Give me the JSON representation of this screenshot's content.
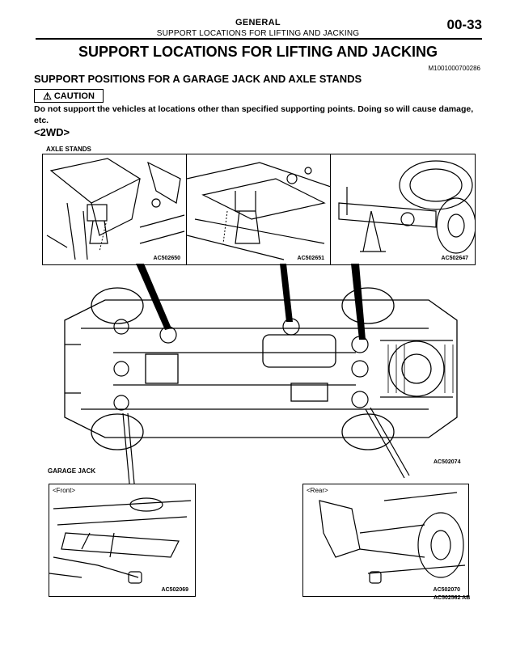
{
  "header": {
    "section": "GENERAL",
    "subsection": "SUPPORT LOCATIONS FOR LIFTING AND JACKING",
    "page_number": "00-33"
  },
  "title": "SUPPORT LOCATIONS FOR LIFTING AND JACKING",
  "doc_id": "M1001000700286",
  "subheading": "SUPPORT POSITIONS FOR A GARAGE JACK AND AXLE STANDS",
  "caution": {
    "label": "CAUTION",
    "text": "Do not support the vehicles at locations other than specified supporting points. Doing so will cause damage, etc."
  },
  "drive_type": "<2WD>",
  "axle_stands": {
    "label": "AXLE STANDS",
    "figures": [
      "AC502650",
      "AC502651",
      "AC502647"
    ]
  },
  "underbody_figure": "AC502074",
  "garage_jack": {
    "label": "GARAGE JACK",
    "front_label": "<Front>",
    "rear_label": "<Rear>",
    "front_figure": "AC502069",
    "rear_figure": "AC502070"
  },
  "bottom_code": "AC502562 AB"
}
